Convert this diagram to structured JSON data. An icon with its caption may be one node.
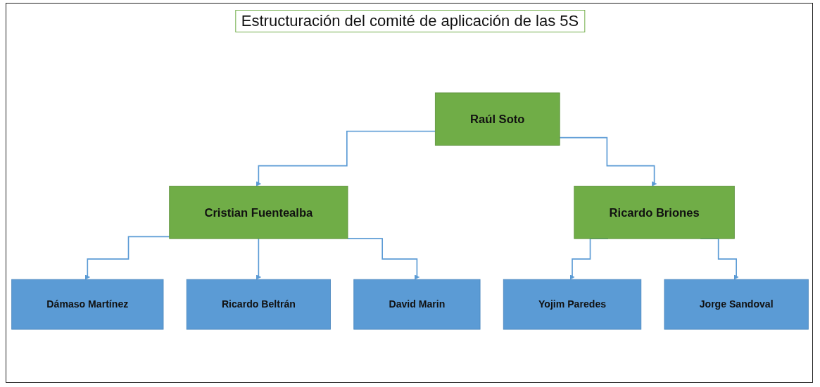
{
  "diagram": {
    "title": "Estructuración del comité de aplicación de las 5S",
    "nodes": [
      {
        "text": [
          "Raúl Soto"
        ]
      },
      {
        "text": [
          "Cristian Fuentealba"
        ]
      },
      {
        "text": [
          "Ricardo Briones"
        ]
      },
      {
        "text": [
          "Dámaso Martínez"
        ]
      },
      {
        "text": [
          "Ricardo Beltrán"
        ]
      },
      {
        "text": [
          "David Marin"
        ]
      },
      {
        "text": [
          "Yojim Paredes"
        ]
      },
      {
        "text": [
          "Jorge Sandoval"
        ]
      }
    ],
    "edges": [
      {
        "from": 0,
        "to": 1,
        "arrow": "to"
      },
      {
        "from": 0,
        "to": 2,
        "arrow": "to"
      },
      {
        "from": 1,
        "to": 3,
        "arrow": "to"
      },
      {
        "from": 1,
        "to": 4,
        "arrow": "to"
      },
      {
        "from": 1,
        "to": 5,
        "arrow": "to"
      },
      {
        "from": 2,
        "to": 6,
        "arrow": "to"
      },
      {
        "from": 2,
        "to": 7,
        "arrow": "to"
      }
    ]
  }
}
